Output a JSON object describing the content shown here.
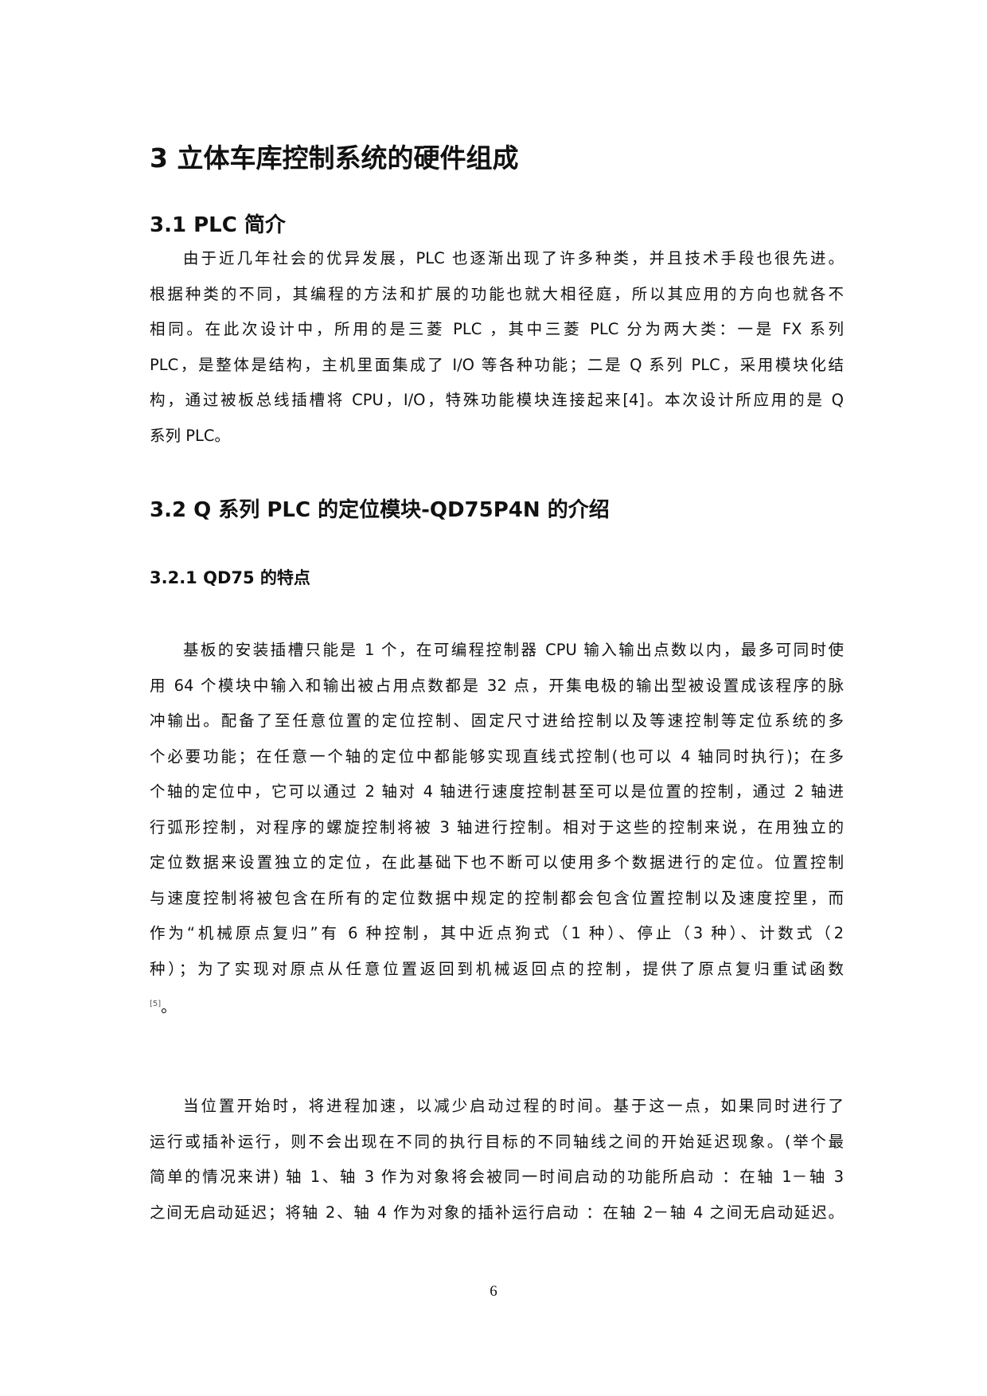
{
  "chapter": {
    "title": "3 立体车库控制系统的硬件组成"
  },
  "section_3_1": {
    "title": "3.1 PLC 简介",
    "paragraph_lines": [
      "由于近几年社会的优异发展，PLC 也逐渐出现了许多种类，并且技术手段也很先进。",
      "根据种类的不同，其编程的方法和扩展的功能也就大相径庭，所以其应用的方向也就各不",
      "相同。在此次设计中，所用的是三菱 PLC ，其中三菱 PLC 分为两大类：一是 FX 系列",
      "PLC，是整体是结构，主机里面集成了 I/O 等各种功能；二是 Q 系列 PLC，采用模块化结",
      "构，通过被板总线插槽将 CPU，I/O，特殊功能模块连接起来[4]。本次设计所应用的是 Q",
      "系列 PLC。"
    ]
  },
  "section_3_2": {
    "title": "3.2 Q 系列 PLC 的定位模块-QD75P4N 的介绍"
  },
  "section_3_2_1": {
    "title": "3.2.1 QD75 的特点",
    "paragraph1_lines": [
      "基板的安装插槽只能是 1 个，在可编程控制器 CPU 输入输出点数以内，最多可同时使",
      "用 64 个模块中输入和输出被占用点数都是 32 点，开集电极的输出型被设置成该程序的脉",
      "冲输出。配备了至任意位置的定位控制、固定尺寸进给控制以及等速控制等定位系统的多",
      "个必要功能；在任意一个轴的定位中都能够实现直线式控制(也可以 4 轴同时执行)；在多",
      "个轴的定位中，它可以通过 2 轴对 4 轴进行速度控制甚至可以是位置的控制，通过 2 轴进",
      "行弧形控制，对程序的螺旋控制将被 3 轴进行控制。相对于这些的控制来说，在用独立的",
      "定位数据来设置独立的定位，在此基础下也不断可以使用多个数据进行的定位。位置控制",
      "与速度控制将被包含在所有的定位数据中规定的控制都会包含位置控制以及速度控里，而",
      "作为“机械原点复归”有 6 种控制，其中近点狗式（1 种）、停止（3 种）、计数式（2",
      "种）；为了实现对原点从任意位置返回到机械返回点的控制，提供了原点复归重试函数"
    ],
    "paragraph1_ref": "[5]",
    "paragraph1_end": "。",
    "paragraph2_lines": [
      "当位置开始时，将进程加速，以减少启动过程的时间。基于这一点，如果同时进行了",
      "运行或插补运行，则不会出现在不同的执行目标的不同轴线之间的开始延迟现象。(举个最",
      "简单的情况来讲) 轴 1、轴 3 作为对象将会被同一时间启动的功能所启动 ：在轴 1－轴 3",
      "之间无启动延迟；将轴 2、轴 4 作为对象的插补运行启动 ：在轴 2－轴 4 之间无启动延迟。"
    ]
  },
  "footer": {
    "page_number": "6"
  }
}
